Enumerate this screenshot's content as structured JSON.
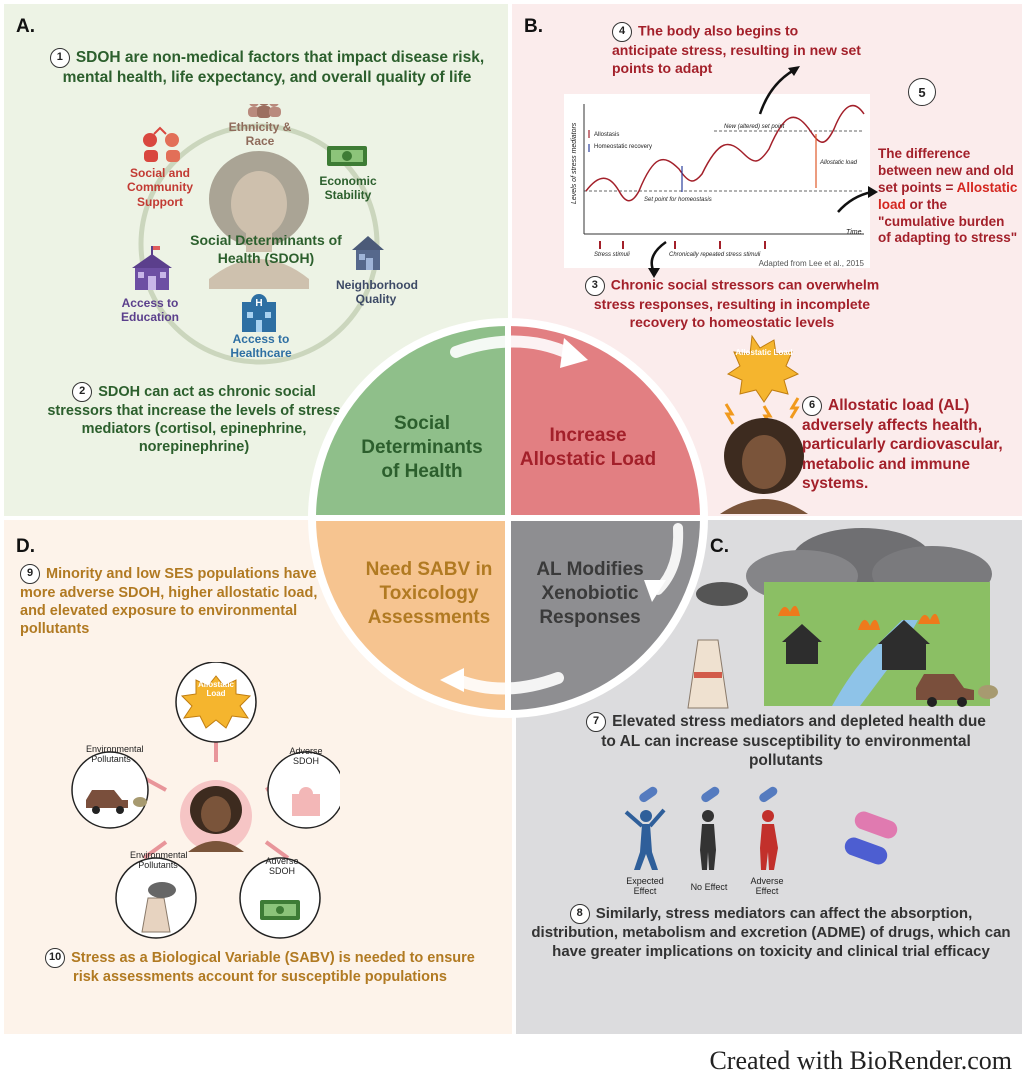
{
  "panels": {
    "a": {
      "label": "A.",
      "step1": "SDOH are non-medical factors that impact disease risk, mental health, life expectancy, and overall quality of life",
      "center_title": "Social Determinants of Health (SDOH)",
      "ethnicity": "Ethnicity & Race",
      "economic": "Economic Stability",
      "social": "Social and Community Support",
      "neighborhood": "Neighborhood Quality",
      "education": "Access to Education",
      "healthcare": "Access to Healthcare",
      "step2": "SDOH can act as chronic social stressors that increase the levels of stress mediators (cortisol, epinephrine, norepinephrine)"
    },
    "b": {
      "label": "B.",
      "step4": "The body also begins to anticipate stress, resulting in new set points to adapt",
      "step3": "Chronic social stressors can overwhelm stress responses, resulting in incomplete recovery to homeostatic levels",
      "step5_a": "The difference between new and old set points =",
      "step5_b": "Allostatic load",
      "step5_c": "or the \"cumulative burden of adapting to stress\"",
      "step6": "Allostatic load (AL) adversely affects health, particularly cardiovascular, metabolic and immune systems.",
      "burst": "Allostatic Load",
      "graph": {
        "y_label": "Levels of stress mediators",
        "x_label": "Time",
        "allostasis": "Allostasis",
        "recovery": "Homeostatic recovery",
        "new_set": "New (altered) set point",
        "set_homeo": "Set point for homeostasis",
        "allostatic_load": "Allostatic load",
        "stress_stimuli": "Stress stimuli",
        "chronic": "Chronically repeated stress stimuli",
        "credit": "Adapted from Lee et al., 2015"
      }
    },
    "c": {
      "label": "C.",
      "step7": "Elevated stress mediators and depleted health due to AL can increase susceptibility to environmental pollutants",
      "expected": "Expected Effect",
      "no_effect": "No Effect",
      "adverse": "Adverse Effect",
      "step8": "Similarly, stress mediators can affect the absorption, distribution, metabolism and excretion (ADME) of drugs, which can have greater implications on toxicity and clinical trial efficacy"
    },
    "d": {
      "label": "D.",
      "step9": "Minority and low SES populations have more adverse SDOH, higher allostatic load, and elevated exposure to environmental pollutants",
      "burst": "Allostatic Load",
      "env1": "Environmental Pollutants",
      "adverse1": "Adverse SDOH",
      "env2": "Environmental Pollutants",
      "adverse2": "Adverse SDOH",
      "step10": "Stress as a Biological Variable (SABV) is needed to ensure risk assessments account for susceptible populations"
    }
  },
  "cycle": {
    "q1": "Social Determinants of Health",
    "q2": "Increase Allostatic Load",
    "q3": "AL Modifies Xenobiotic Responses",
    "q4": "Need SABV in Toxicology Assessments"
  },
  "nums": [
    "1",
    "2",
    "3",
    "4",
    "5",
    "6",
    "7",
    "8",
    "9",
    "10"
  ],
  "credit": "Created with BioRender.com",
  "colors": {
    "green": "#2c5f2d",
    "red": "#a3202a",
    "gold": "#b17a22",
    "q_green": "#8fbf8a",
    "q_red": "#e27f82",
    "q_grey": "#8e8e91",
    "q_orange": "#f6c490"
  }
}
